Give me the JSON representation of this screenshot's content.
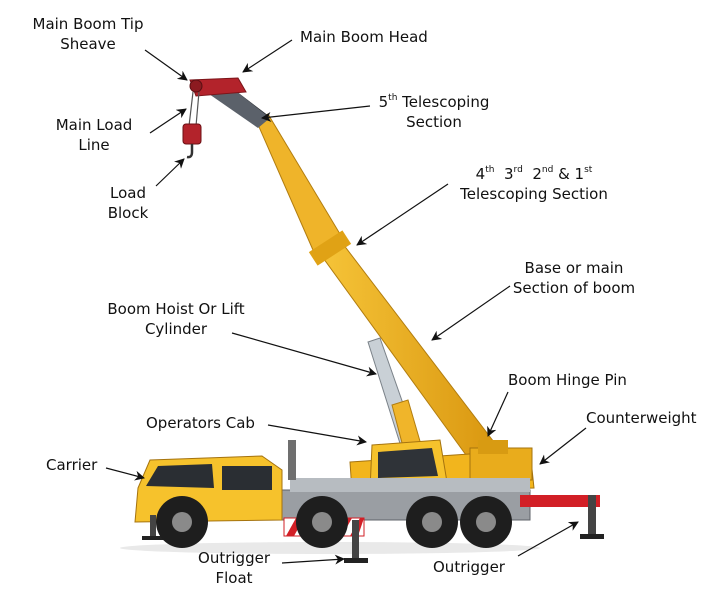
{
  "colors": {
    "crane_yellow": "#f2b51d",
    "crane_shadow": "#c98c12",
    "cab_yellow": "#f6c22c",
    "chassis_gray": "#9a9ea3",
    "tire_black": "#1e1e1e",
    "hazard_red": "#d21f26",
    "head_red": "#b3232b",
    "cylinder_steel": "#c9d0d6",
    "label_text": "#111111",
    "leader_line": "#111111"
  },
  "labels": {
    "tip_sheave": {
      "line1": "Main Boom Tip",
      "line2": "Sheave"
    },
    "boom_head": "Main Boom Head",
    "fifth_section": {
      "pre": "5",
      "sup": "th",
      "post": " Telescoping",
      "line2": "Section"
    },
    "other_sections": {
      "n4": "4",
      "s4": "th",
      "n3": "3",
      "s3": "rd",
      "n2": "2",
      "s2": "nd",
      "amp": "& 1",
      "s1": "st",
      "line2": "Telescoping Section"
    },
    "load_line": {
      "line1": "Main Load",
      "line2": "Line"
    },
    "load_block": {
      "line1": "Load",
      "line2": "Block"
    },
    "base_section": {
      "line1": "Base or main",
      "line2": "Section of boom"
    },
    "hoist_cylinder": {
      "line1": "Boom Hoist Or Lift",
      "line2": "Cylinder"
    },
    "hinge_pin": "Boom Hinge Pin",
    "operators_cab": "Operators Cab",
    "counterweight": "Counterweight",
    "carrier": "Carrier",
    "outrigger_float": {
      "line1": "Outrigger",
      "line2": "Float"
    },
    "outrigger": "Outrigger"
  },
  "icons": {
    "arrow": "arrow-icon"
  }
}
